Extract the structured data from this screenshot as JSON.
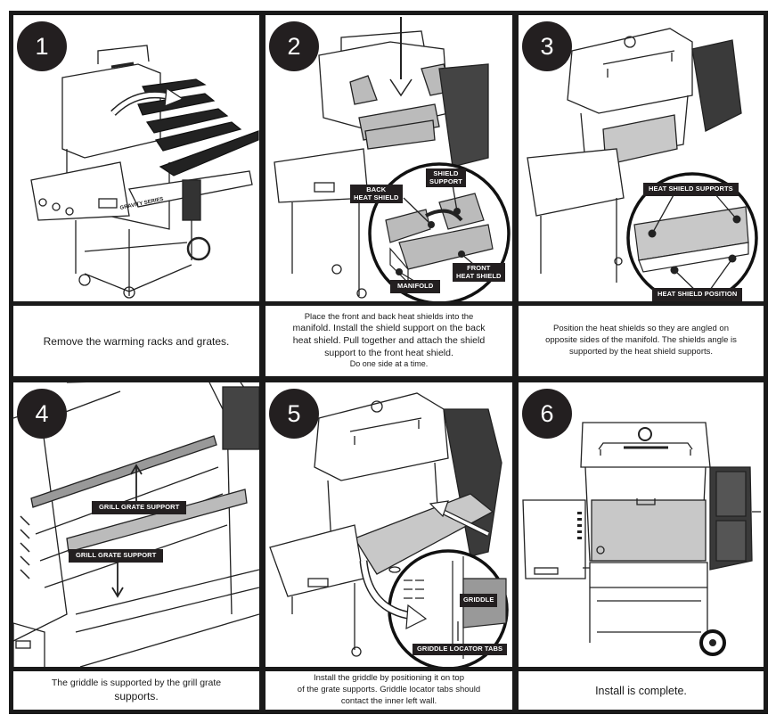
{
  "document": {
    "title": "Griddle installation steps",
    "accent_color": "#231f20",
    "background_color": "#ffffff"
  },
  "steps": [
    {
      "number": "1",
      "illustration": "grill-removing-warming-racks-and-grates",
      "brand_text": "GRAVITY SERIES",
      "callouts": [],
      "instruction_lines": [
        "Remove the warming racks and grates."
      ]
    },
    {
      "number": "2",
      "illustration": "installing-heat-shields-into-manifold",
      "callouts": [
        {
          "lines": [
            "SHIELD",
            "SUPPORT"
          ]
        },
        {
          "lines": [
            "BACK",
            "HEAT SHIELD"
          ]
        },
        {
          "lines": [
            "FRONT",
            "HEAT SHIELD"
          ]
        },
        {
          "lines": [
            "MANIFOLD"
          ]
        }
      ],
      "instruction_lines": [
        "Place the front and back heat shields into the",
        "manifold. Install the shield support on the back",
        "heat shield. Pull together and attach the shield",
        "support to the front heat shield.",
        "Do one side at a time."
      ]
    },
    {
      "number": "3",
      "illustration": "heat-shields-angled-on-manifold",
      "callouts": [
        {
          "lines": [
            "HEAT SHIELD SUPPORTS"
          ]
        },
        {
          "lines": [
            "HEAT SHIELD POSITION"
          ]
        }
      ],
      "instruction_lines": [
        "Position the heat shields so they are angled on",
        "opposite sides of the manifold. The shields angle is",
        "supported by the heat shield supports."
      ]
    },
    {
      "number": "4",
      "illustration": "grill-grate-supports-closeup",
      "callouts": [
        {
          "lines": [
            "GRILL GRATE SUPPORT"
          ]
        },
        {
          "lines": [
            "GRILL GRATE SUPPORT"
          ]
        }
      ],
      "instruction_lines": [
        "The griddle is supported by the grill grate",
        "supports."
      ]
    },
    {
      "number": "5",
      "illustration": "positioning-griddle-on-grate-supports",
      "callouts": [
        {
          "lines": [
            "GRIDDLE"
          ]
        },
        {
          "lines": [
            "GRIDDLE LOCATOR TABS"
          ]
        }
      ],
      "instruction_lines": [
        "Install the griddle by positioning it on top",
        "of the grate supports. Griddle locator tabs should",
        "contact the inner left wall."
      ]
    },
    {
      "number": "6",
      "illustration": "griddle-installed-front-view",
      "callouts": [],
      "instruction_lines": [
        "Install is complete."
      ]
    }
  ]
}
